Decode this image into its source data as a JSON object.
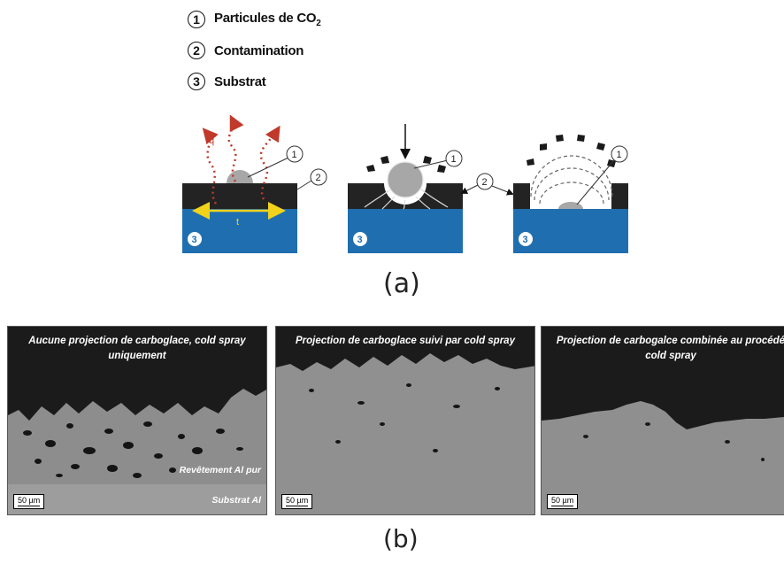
{
  "legend": {
    "items": [
      {
        "num": "1",
        "text": "Particules de CO",
        "sub": "2"
      },
      {
        "num": "2",
        "text": "Contamination",
        "sub": ""
      },
      {
        "num": "3",
        "text": "Substrat",
        "sub": ""
      }
    ]
  },
  "diagram": {
    "panel1": {
      "callout_1": "1",
      "callout_2": "2",
      "substrate": "3",
      "q_label": "q̇",
      "t_label": "t"
    },
    "panel2": {
      "callout_1": "1",
      "callout_2": "2",
      "substrate": "3"
    },
    "panel3": {
      "callout_1": "1",
      "substrate": "3"
    },
    "colors": {
      "contamination": "#232323",
      "substrate": "#1f6fb0",
      "particle": "#a7a7a7",
      "heat": "#c0392b",
      "thickness": "#f2d21b"
    }
  },
  "caption_a": "(a)",
  "caption_b": "(b)",
  "micrographs": [
    {
      "caption": "Aucune projection de carboglace, cold spray uniquement",
      "scale": "50 µm",
      "coating_label": "Revêtement Al pur",
      "substrate_label": "Substrat Al"
    },
    {
      "caption": "Projection de carboglace suivi par cold spray",
      "scale": "50 µm"
    },
    {
      "caption": "Projection de carbogalce combinée au procédé cold spray",
      "scale": "50 µm"
    }
  ]
}
